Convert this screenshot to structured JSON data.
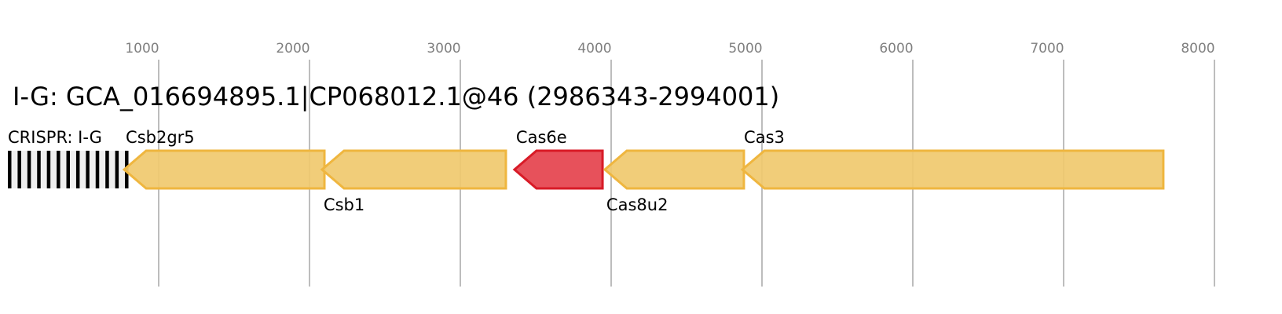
{
  "title": "I-G: GCA_016694895.1|CP068012.1@46 (2986343-2994001)",
  "axis": {
    "ticks": [
      1000,
      2000,
      3000,
      4000,
      5000,
      6000,
      7000,
      8000
    ],
    "tick_labels": [
      "1000",
      "2000",
      "3000",
      "4000",
      "5000",
      "6000",
      "7000",
      "8000"
    ],
    "range_bp": [
      0,
      8000
    ]
  },
  "crispr": {
    "label": "CRISPR: I-G",
    "start": 0,
    "end": 797,
    "repeats": 13
  },
  "genes": [
    {
      "name": "Csb2gr5",
      "start": 771,
      "end": 2099,
      "strand": "-",
      "label_pos": "above",
      "color": "#f0c96e",
      "stroke": "#efb63f"
    },
    {
      "name": "Csb1",
      "start": 2083,
      "end": 3302,
      "strand": "-",
      "label_pos": "below",
      "color": "#f0c96e",
      "stroke": "#efb63f"
    },
    {
      "name": "Cas6e",
      "start": 3359,
      "end": 3943,
      "strand": "-",
      "label_pos": "above",
      "color": "#e5424d",
      "stroke": "#d81b27"
    },
    {
      "name": "Cas8u2",
      "start": 3958,
      "end": 4880,
      "strand": "-",
      "label_pos": "below",
      "color": "#f0c96e",
      "stroke": "#efb63f"
    },
    {
      "name": "Cas3",
      "start": 4870,
      "end": 7661,
      "strand": "-",
      "label_pos": "above",
      "color": "#f0c96e",
      "stroke": "#efb63f"
    }
  ]
}
